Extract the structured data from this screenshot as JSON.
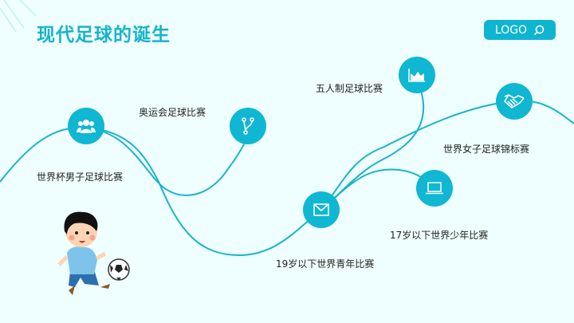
{
  "header": {
    "title": "现代足球的诞生",
    "logo_label": "LOGO"
  },
  "accent": "#0fb7d2",
  "milestones": [
    {
      "label": "世界杯男子足球比赛",
      "icon": "users-icon"
    },
    {
      "label": "奥运会足球比赛",
      "icon": "branch-icon"
    },
    {
      "label": "19岁以下世界青年比赛",
      "icon": "mail-icon"
    },
    {
      "label": "五人制足球比赛",
      "icon": "area-chart-icon"
    },
    {
      "label": "17岁以下世界少年比赛",
      "icon": "laptop-icon"
    },
    {
      "label": "世界女子足球锦标赛",
      "icon": "handshake-icon"
    }
  ]
}
